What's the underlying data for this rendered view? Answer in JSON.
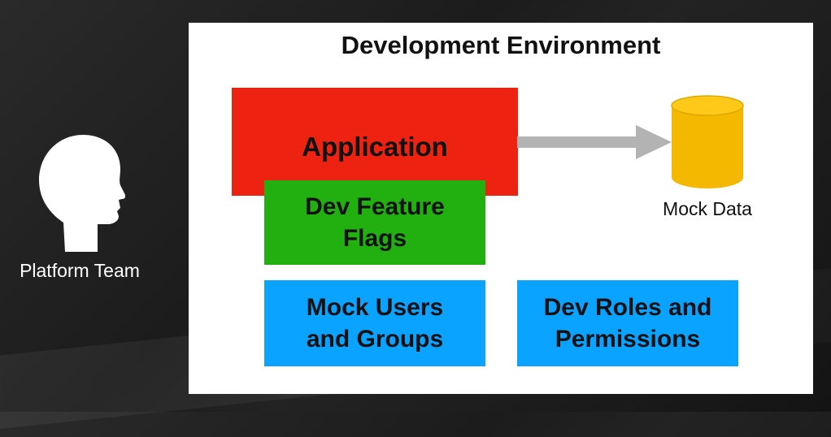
{
  "actor": {
    "label": "Platform Team",
    "icon": "person-head-icon"
  },
  "environment": {
    "title": "Development Environment"
  },
  "boxes": {
    "application": "Application",
    "feature_flags_line1": "Dev Feature",
    "feature_flags_line2": "Flags",
    "users_line1": "Mock Users",
    "users_line2": "and Groups",
    "roles_line1": "Dev Roles and",
    "roles_line2": "Permissions"
  },
  "data_store": {
    "label": "Mock Data",
    "icon": "database-cylinder-icon"
  },
  "colors": {
    "application": "#ee2211",
    "feature_flags": "#22b011",
    "users": "#0aa3ff",
    "roles": "#0aa3ff",
    "database": "#f5b800",
    "arrow": "#b3b3b3",
    "background": "#1e1e1e",
    "environment": "#ffffff"
  }
}
